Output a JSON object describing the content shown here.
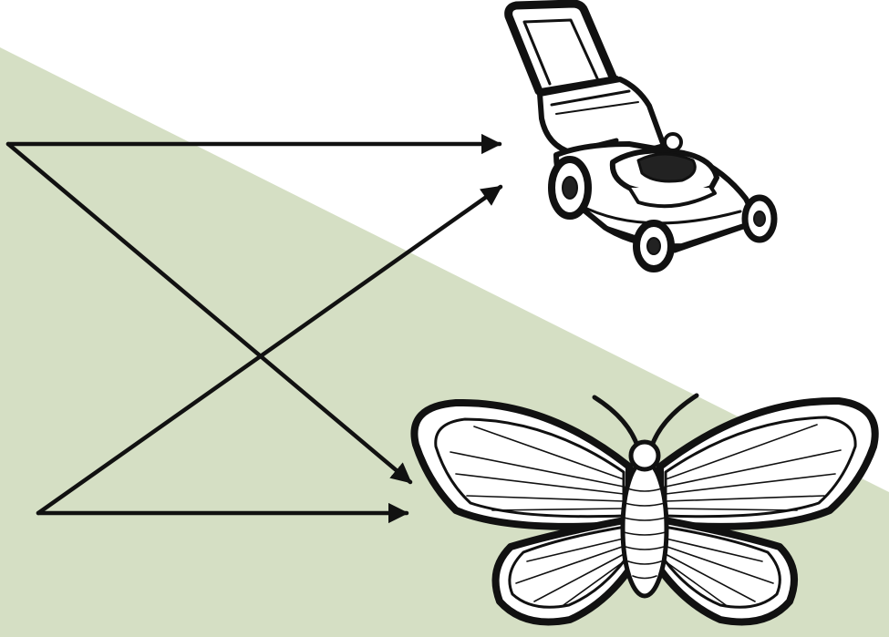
{
  "diagram": {
    "colors": {
      "background": "#ffffff",
      "region": "#d5dfc4",
      "arrow": "#111111",
      "outline": "#111111",
      "fill": "#ffffff"
    },
    "icons": [
      "lawn-mower-icon",
      "butterfly-icon"
    ],
    "arrows": [
      {
        "from": "top-left-origin",
        "to": "lawn-mower-icon"
      },
      {
        "from": "top-left-origin",
        "to": "butterfly-icon"
      },
      {
        "from": "bottom-left-origin",
        "to": "lawn-mower-icon"
      },
      {
        "from": "bottom-left-origin",
        "to": "butterfly-icon"
      }
    ]
  }
}
